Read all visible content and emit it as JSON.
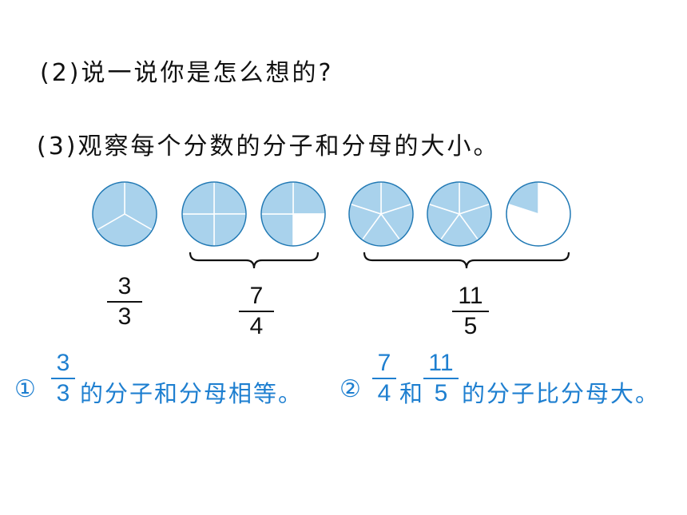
{
  "q2": "(2)说一说你是怎么想的?",
  "q3": "(3)观察每个分数的分子和分母的大小。",
  "colors": {
    "fill": "#a9d2ec",
    "stroke": "#1f78b4",
    "answer": "#1e7fd0"
  },
  "figures": [
    {
      "parts": 3,
      "shaded": 3
    },
    {
      "parts": 4,
      "shaded": 4
    },
    {
      "parts": 4,
      "shaded": 3
    },
    {
      "parts": 5,
      "shaded": 5
    },
    {
      "parts": 5,
      "shaded": 5
    },
    {
      "parts": 5,
      "shaded": 1
    }
  ],
  "fractions": {
    "f1": {
      "num": "3",
      "den": "3"
    },
    "f2": {
      "num": "7",
      "den": "4"
    },
    "f3": {
      "num": "11",
      "den": "5"
    }
  },
  "answer": {
    "mark1": "①",
    "frac1": {
      "num": "3",
      "den": "3"
    },
    "text1": "的分子和分母相等。",
    "mark2": "②",
    "frac2": {
      "num": "7",
      "den": "4"
    },
    "and": "和",
    "frac3": {
      "num": "11",
      "den": "5"
    },
    "text2": "的分子比分母大。"
  }
}
